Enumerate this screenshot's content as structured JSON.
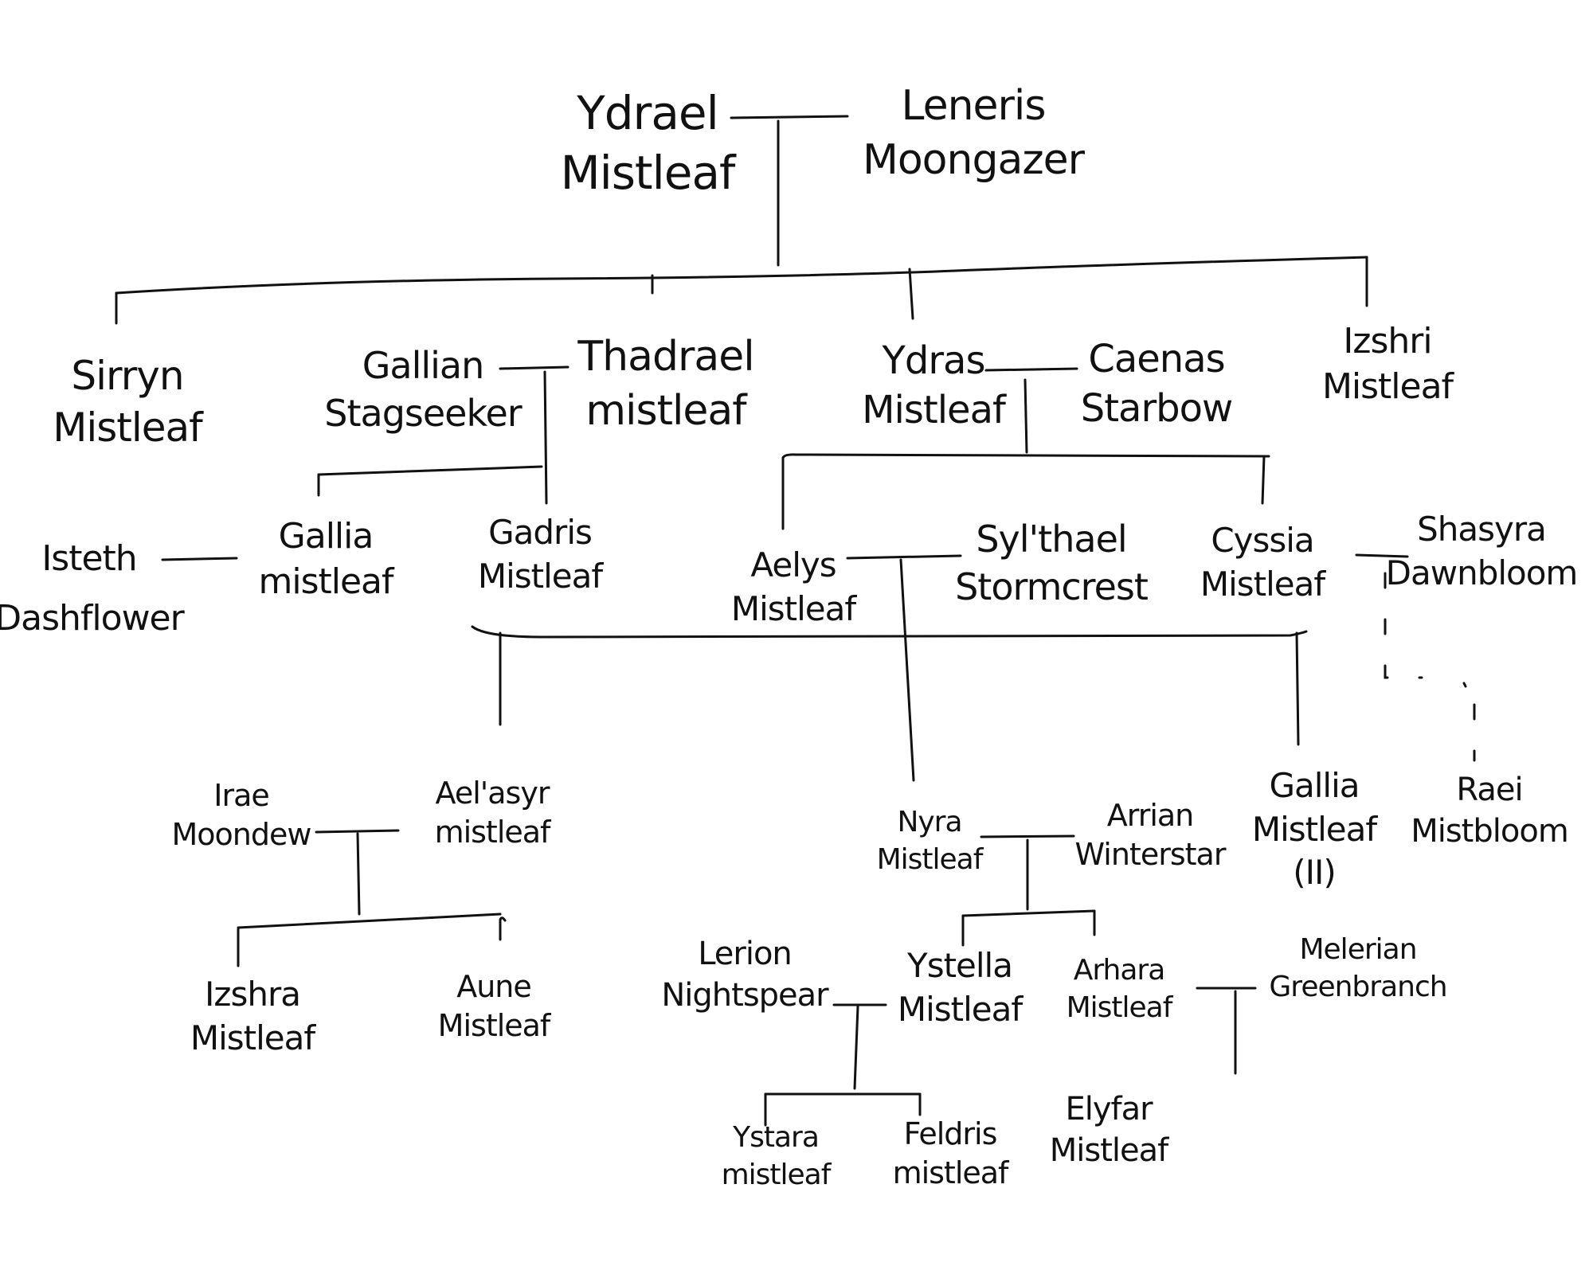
{
  "title": "Mistleaf family tree",
  "people": [
    {
      "first": "Ydrael",
      "last": "Mistleaf"
    },
    {
      "first": "Leneris",
      "last": "Moongazer"
    },
    {
      "first": "Sirryn",
      "last": "Mistleaf"
    },
    {
      "first": "Gallian",
      "last": "Stagseeker"
    },
    {
      "first": "Thadrael",
      "last": "mistleaf"
    },
    {
      "first": "Ydras",
      "last": "Mistleaf"
    },
    {
      "first": "Caenas",
      "last": "Starbow"
    },
    {
      "first": "Izshri",
      "last": "Mistleaf"
    },
    {
      "first": "Isteth",
      "last": "Dashflower"
    },
    {
      "first": "Gallia",
      "last": "mistleaf"
    },
    {
      "first": "Gadris",
      "last": "Mistleaf"
    },
    {
      "first": "Aelys",
      "last": "Mistleaf"
    },
    {
      "first": "Syl'thael",
      "last": "Stormcrest"
    },
    {
      "first": "Cyssia",
      "last": "Mistleaf"
    },
    {
      "first": "Shasyra",
      "last": "Dawnbloom"
    },
    {
      "first": "Irae",
      "last": "Moondew"
    },
    {
      "first": "Ael'asyr",
      "last": "mistleaf"
    },
    {
      "first": "Nyra",
      "last": "Mistleaf"
    },
    {
      "first": "Arrian",
      "last": "Winterstar"
    },
    {
      "first": "Gallia",
      "last": "Mistleaf",
      "suffix": "(II)"
    },
    {
      "first": "Raei",
      "last": "Mistbloom"
    },
    {
      "first": "Izshra",
      "last": "Mistleaf"
    },
    {
      "first": "Aune",
      "last": "Mistleaf"
    },
    {
      "first": "Lerion",
      "last": "Nightspear"
    },
    {
      "first": "Ystella",
      "last": "Mistleaf"
    },
    {
      "first": "Arhara",
      "last": "Mistleaf"
    },
    {
      "first": "Melerian",
      "last": "Greenbranch"
    },
    {
      "first": "Ystara",
      "last": "mistleaf"
    },
    {
      "first": "Feldris",
      "last": "mistleaf"
    },
    {
      "first": "Elyfar",
      "last": "Mistleaf"
    }
  ]
}
